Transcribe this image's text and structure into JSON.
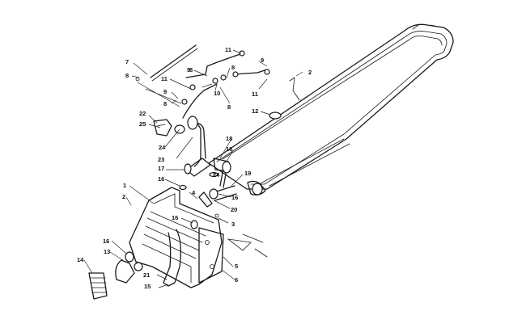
{
  "diagram": {
    "callouts": {
      "c1": "1",
      "c2a": "2",
      "c2b": "2",
      "c3": "3",
      "c4": "4",
      "c5": "5",
      "c6": "6",
      "c7": "7",
      "c8a": "8",
      "c8b": "8",
      "c8c": "8",
      "c8d": "8",
      "c8e": "8",
      "c9a": "9",
      "c9b": "9",
      "c9c": "9",
      "c10": "10",
      "c11a": "11",
      "c11b": "11",
      "c11c": "11",
      "c12": "12",
      "c13": "13",
      "c14": "14",
      "c15": "15",
      "c16a": "16",
      "c16b": "16",
      "c16c": "16",
      "c16d": "16",
      "c16e": "16",
      "c17": "17",
      "c18": "18",
      "c19": "19",
      "c20": "20",
      "c21": "21",
      "c22": "22",
      "c23": "23",
      "c24a": "24",
      "c24b": "24",
      "c25": "25"
    }
  }
}
